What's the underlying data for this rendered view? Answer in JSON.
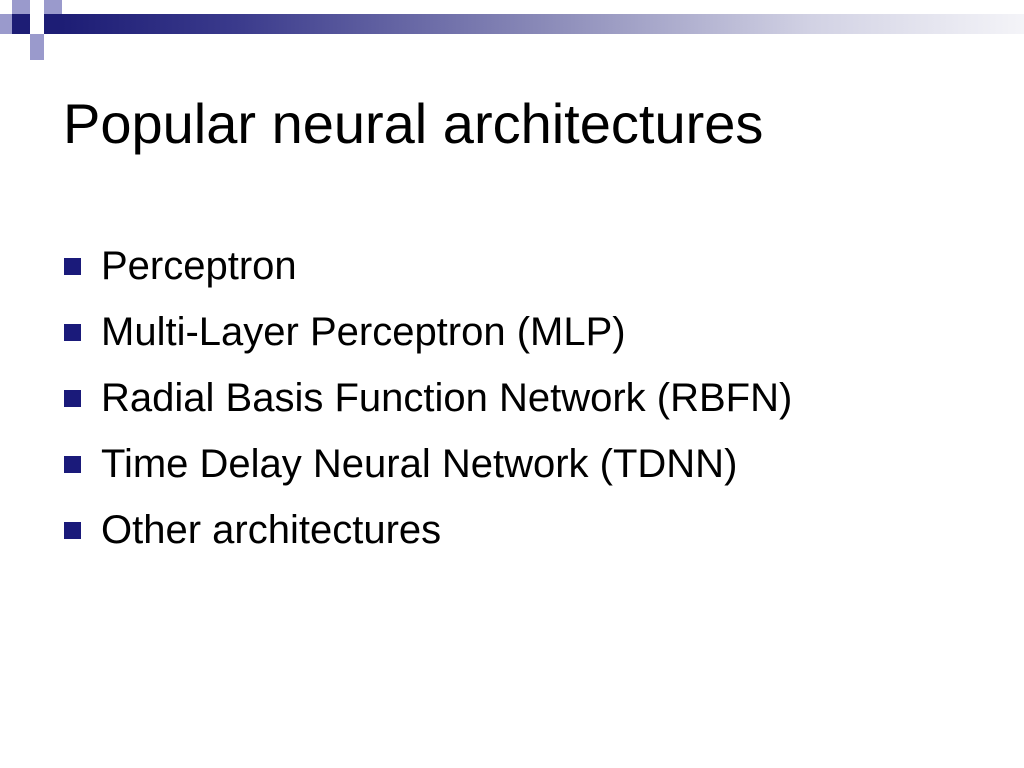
{
  "slide": {
    "title": "Popular neural architectures",
    "bullets": [
      "Perceptron",
      "Multi-Layer Perceptron (MLP)",
      "Radial Basis Function Network (RBFN)",
      "Time Delay Neural Network (TDNN)",
      "Other architectures"
    ]
  },
  "theme": {
    "accent": "#1d1d75",
    "bullet_color": "#1a1a7a",
    "light_accent": "#9a9acc"
  }
}
